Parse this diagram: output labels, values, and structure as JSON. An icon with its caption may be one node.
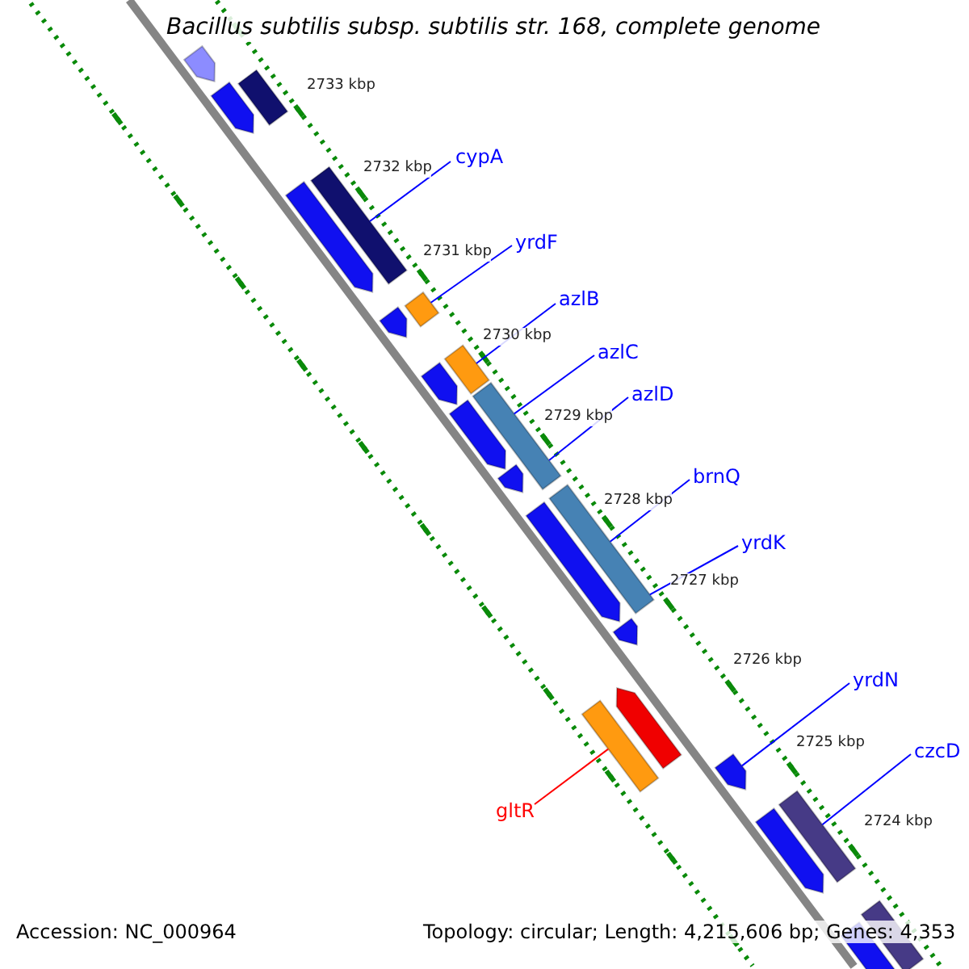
{
  "diagram": {
    "title": "Bacillus subtilis subsp. subtilis str. 168, complete genome",
    "nodes": [
      {
        "text": [
          "cypA"
        ]
      },
      {
        "text": [
          "yrdF"
        ]
      },
      {
        "text": [
          "azlB"
        ]
      },
      {
        "text": [
          "azlC"
        ]
      },
      {
        "text": [
          "azlD"
        ]
      },
      {
        "text": [
          "brnQ"
        ]
      },
      {
        "text": [
          "yrdK"
        ]
      },
      {
        "text": [
          "yrdN"
        ]
      },
      {
        "text": [
          "czcD"
        ]
      },
      {
        "text": [
          "gltR"
        ]
      },
      {
        "text": [],
        "shape": "bar"
      },
      {
        "text": [],
        "shape": "bar"
      },
      {
        "text": [],
        "shape": "bar"
      },
      {
        "text": [],
        "shape": "bar"
      },
      {
        "text": [],
        "shape": "bar"
      },
      {
        "text": [],
        "shape": "bar"
      },
      {
        "text": [],
        "shape": "bar"
      },
      {
        "text": [],
        "shape": "bar"
      },
      {
        "text": [],
        "shape": "bar"
      },
      {
        "text": [],
        "shape": "bar"
      },
      {
        "text": [],
        "shape": "bar"
      },
      {
        "text": [],
        "shape": "bar"
      },
      {
        "text": [],
        "shape": "bar"
      },
      {
        "text": [],
        "shape": "bar"
      },
      {
        "text": [],
        "shape": "bar"
      },
      {
        "text": [],
        "shape": "bar"
      },
      {
        "text": [],
        "shape": "bar"
      },
      {
        "text": [],
        "shape": "bar"
      },
      {
        "text": [],
        "shape": "bar"
      },
      {
        "text": [],
        "shape": "bar"
      },
      {
        "text": [],
        "shape": "bar"
      },
      {
        "text": [],
        "shape": "bar"
      }
    ],
    "edges": [
      {
        "from": 0,
        "to": 13,
        "arrow": "none"
      },
      {
        "from": 1,
        "to": 15,
        "arrow": "none"
      },
      {
        "from": 2,
        "to": 17,
        "arrow": "none"
      },
      {
        "from": 3,
        "to": 19,
        "arrow": "none"
      },
      {
        "from": 4,
        "to": 19,
        "arrow": "none"
      },
      {
        "from": 5,
        "to": 22,
        "arrow": "none"
      },
      {
        "from": 6,
        "to": 22,
        "arrow": "none"
      },
      {
        "from": 7,
        "to": 27,
        "arrow": "none"
      },
      {
        "from": 8,
        "to": 28,
        "arrow": "none"
      },
      {
        "from": 9,
        "to": 25,
        "arrow": "none",
        "color": "#ff0000"
      }
    ],
    "labels": [
      "2733 kbp",
      "2732 kbp",
      "2731 kbp",
      "2730 kbp",
      "2729 kbp",
      "2728 kbp",
      "2727 kbp",
      "2726 kbp",
      "2725 kbp",
      "2724 kbp",
      "Accession: NC_000964",
      "Topology: circular; Length: 4,215,606 bp; Genes: 4,353"
    ]
  }
}
